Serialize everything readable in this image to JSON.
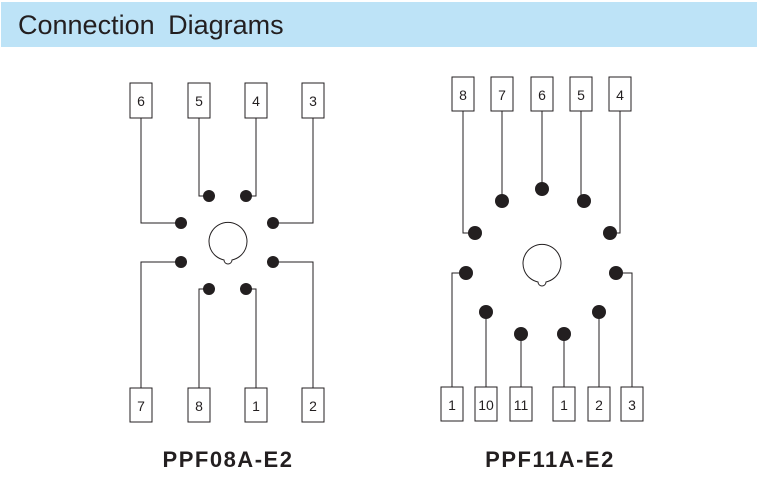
{
  "header": {
    "title": "Connection  Diagrams"
  },
  "diagrams": [
    {
      "model": "PPF08A-E2",
      "top_pins": [
        "6",
        "5",
        "4",
        "3"
      ],
      "bottom_pins": [
        "7",
        "8",
        "1",
        "2"
      ]
    },
    {
      "model": "PPF11A-E2",
      "top_pins": [
        "8",
        "7",
        "6",
        "5",
        "4"
      ],
      "bottom_pins": [
        "1",
        "10",
        "11",
        "1",
        "2",
        "3"
      ]
    }
  ],
  "colors": {
    "header_bg": "#bde3f7",
    "ink": "#231f20"
  }
}
